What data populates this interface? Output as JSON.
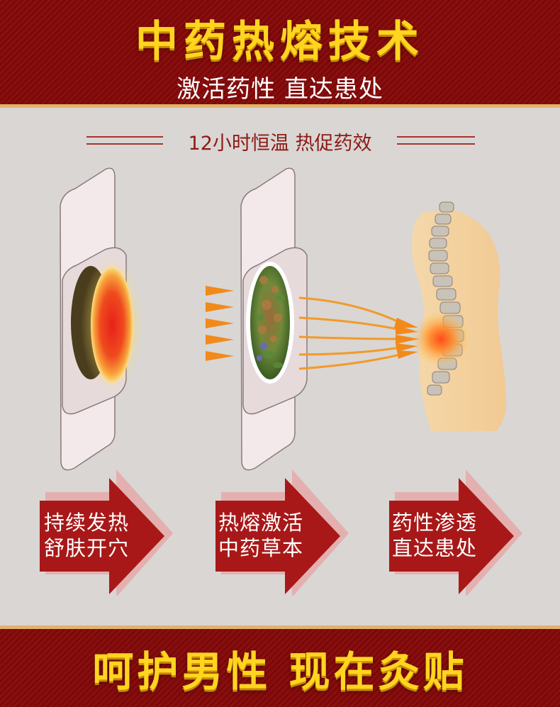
{
  "header": {
    "title": "中药热熔技术",
    "subtitle": "激活药性 直达患处"
  },
  "section": {
    "heading": "12小时恒温 热促药效"
  },
  "steps": [
    {
      "line1": "持续发热",
      "line2": "舒肤开穴"
    },
    {
      "line1": "热熔激活",
      "line2": "中药草本"
    },
    {
      "line1": "药性渗透",
      "line2": "直达患处"
    }
  ],
  "footer": {
    "slogan": "呵护男性 现在灸贴"
  },
  "colors": {
    "banner_red": "#8a0f0f",
    "title_gold": "#ffd51f",
    "arrow_red": "#a81818",
    "heat_orange": "#f0a030"
  }
}
